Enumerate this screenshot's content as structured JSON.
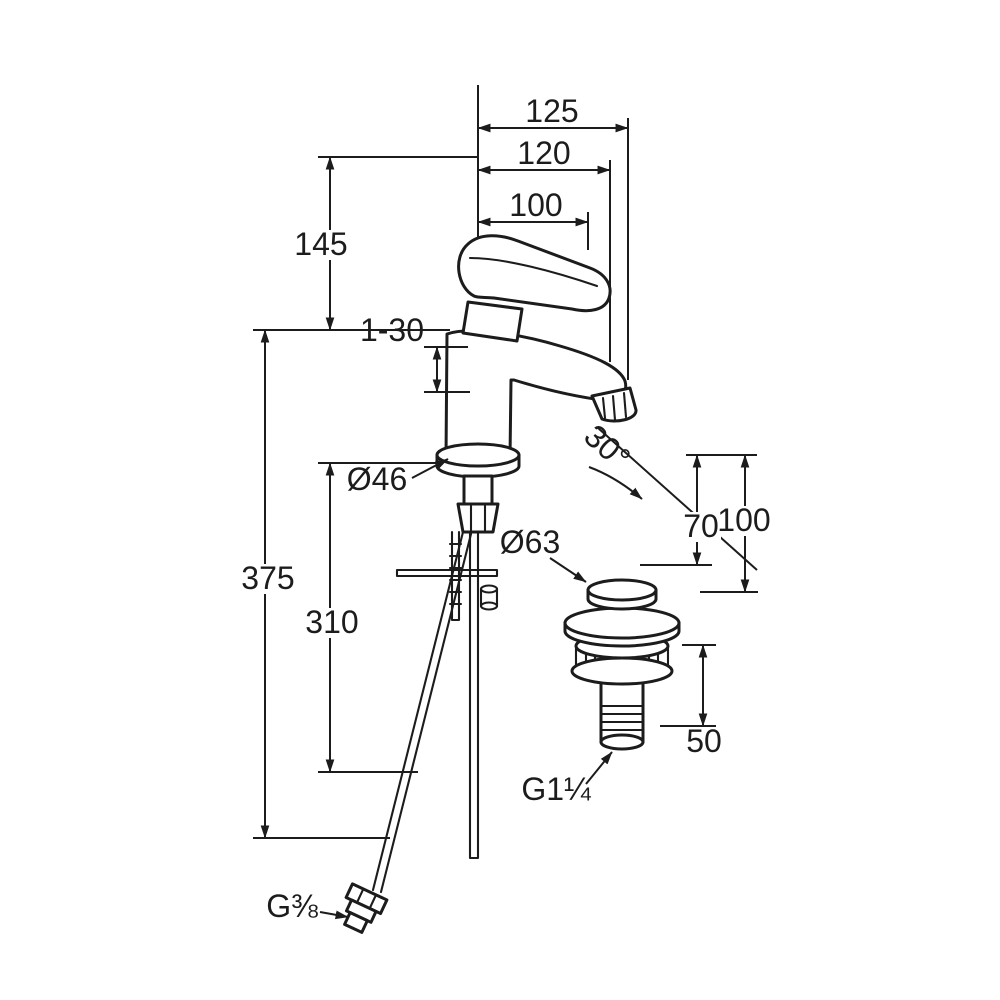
{
  "drawing": {
    "subject": "single-lever basin mixer with pop-up waste - dimension drawing",
    "colors": {
      "line": "#1c1c1c",
      "background": "#ffffff"
    },
    "labels": {
      "top_width_1": "125",
      "top_width_2": "120",
      "top_width_3": "100",
      "spout_height": "145",
      "deck_range": "1-30",
      "base_dia": "Ø46",
      "spout_angle": "30°",
      "right_height_1": "70",
      "right_height_2": "100",
      "left_height_total": "375",
      "left_height_inner": "310",
      "waste_dia": "Ø63",
      "waste_height": "50",
      "waste_thread": "G1¼",
      "supply_thread": "G⅜"
    }
  }
}
